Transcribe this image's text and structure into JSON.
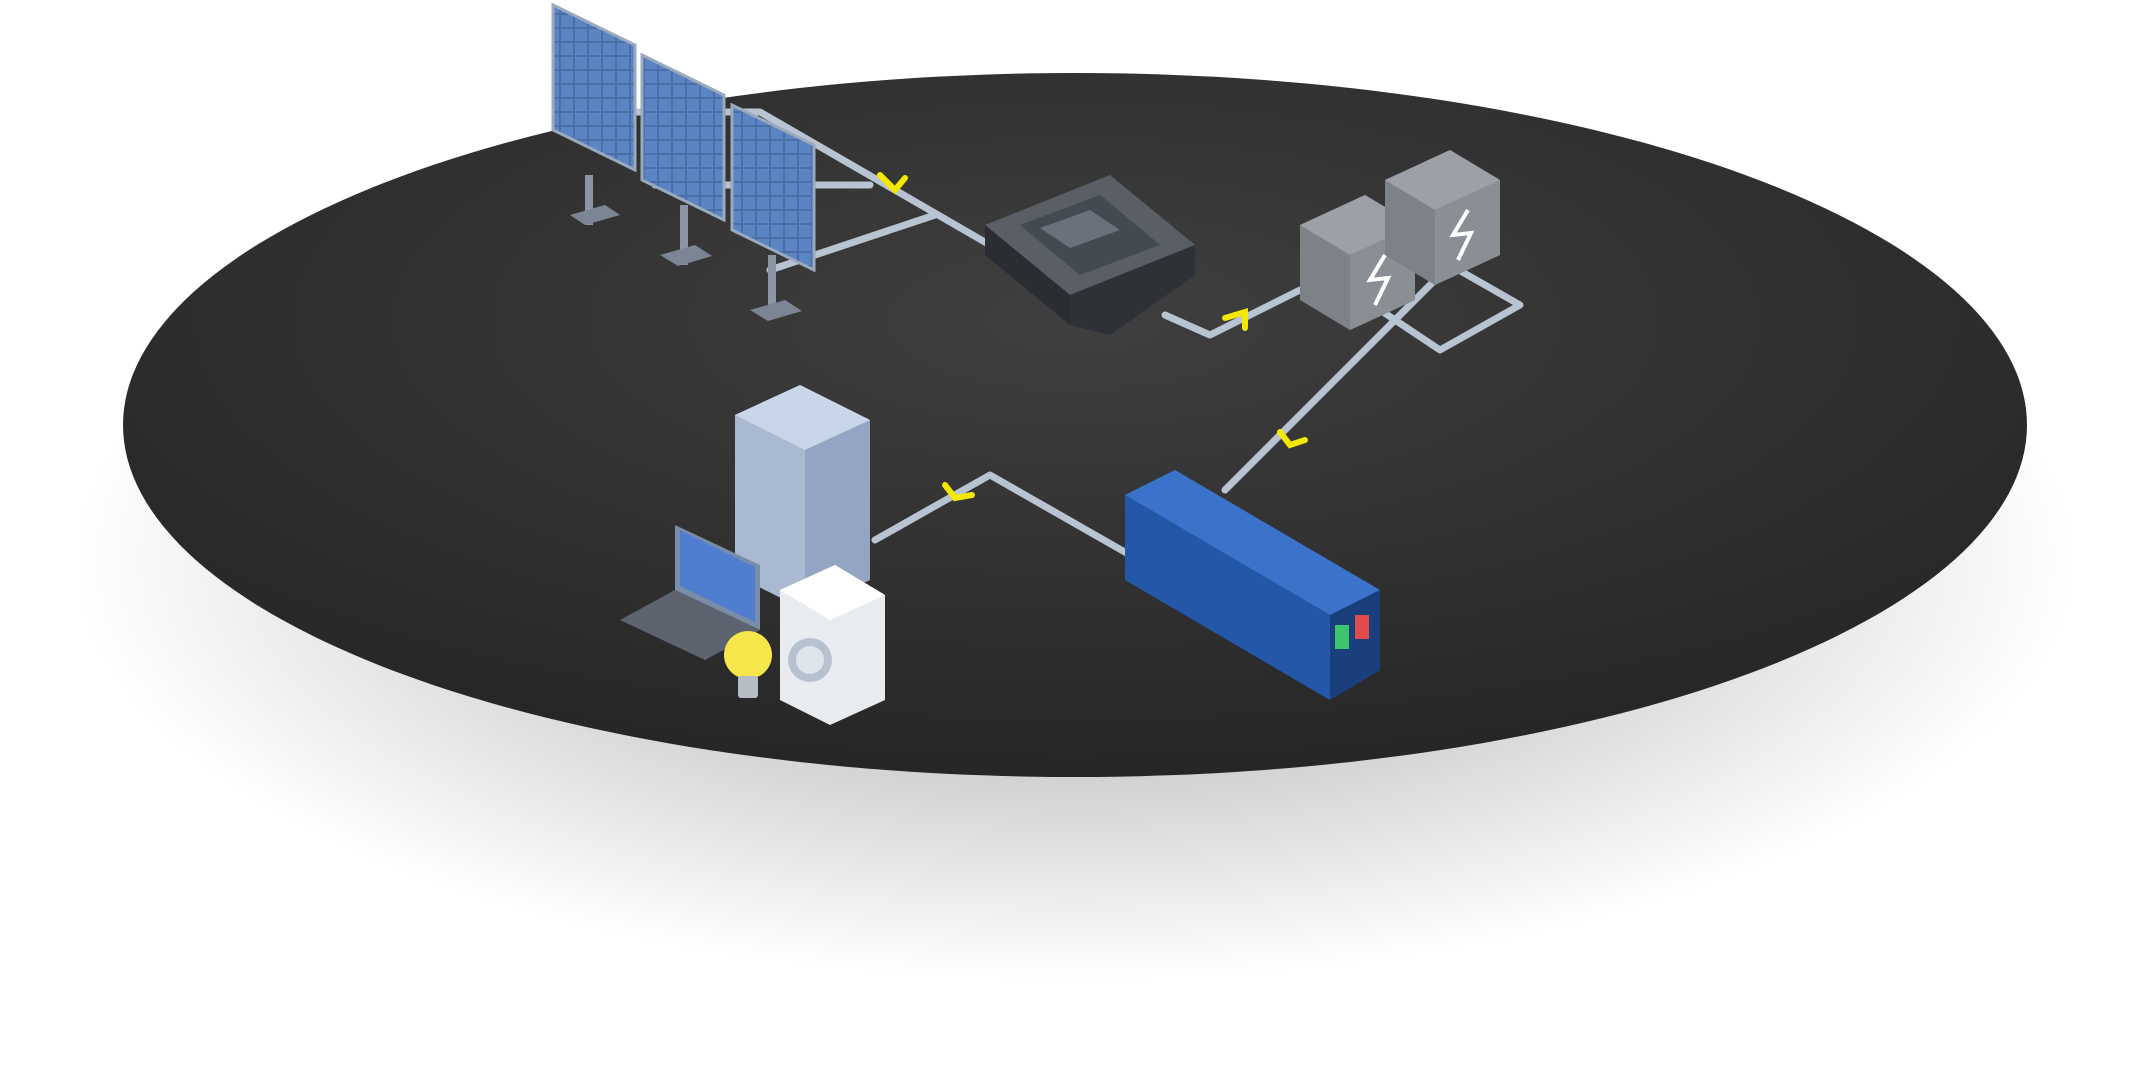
{
  "diagram": {
    "nodes": [
      {
        "id": "solar-panels",
        "icon": "solar-panel-icon"
      },
      {
        "id": "charge-controller",
        "icon": "charge-controller-icon"
      },
      {
        "id": "battery-bank",
        "icon": "battery-icon"
      },
      {
        "id": "inverter",
        "icon": "inverter-icon"
      },
      {
        "id": "household-loads",
        "icon": "appliances-icon"
      }
    ],
    "edges": [
      {
        "from": "solar-panels",
        "to": "charge-controller"
      },
      {
        "from": "charge-controller",
        "to": "battery-bank"
      },
      {
        "from": "battery-bank",
        "to": "inverter"
      },
      {
        "from": "inverter",
        "to": "household-loads"
      }
    ],
    "colors": {
      "platform": "#2f2f2f",
      "cable": "#b9c4d3",
      "flow_arrow": "#f5e800",
      "panel": "#4a6fa8",
      "inverter": "#2457a8",
      "battery": "#8a8f96",
      "bulb": "#f6e64a"
    }
  }
}
